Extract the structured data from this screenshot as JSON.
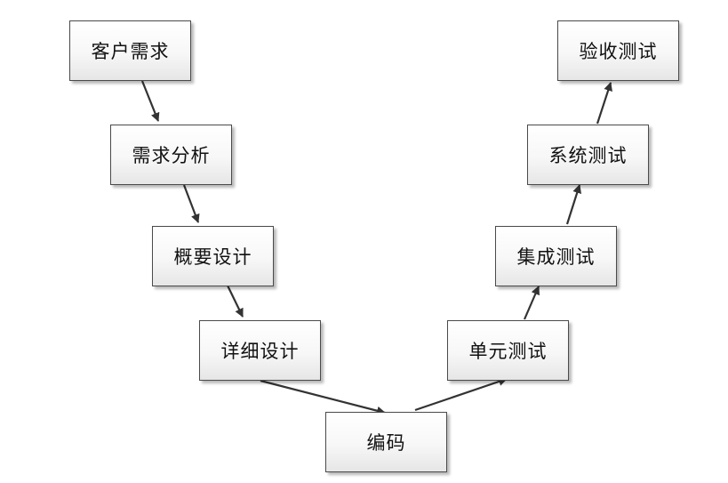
{
  "diagram": {
    "nodes": {
      "customer_requirements": "客户需求",
      "requirements_analysis": "需求分析",
      "high_level_design": "概要设计",
      "detailed_design": "详细设计",
      "coding": "编码",
      "unit_testing": "单元测试",
      "integration_testing": "集成测试",
      "system_testing": "系统测试",
      "acceptance_testing": "验收测试"
    },
    "colors": {
      "arrow": "#333333",
      "box_border": "#4a4a4a",
      "box_fill_top": "#ffffff",
      "box_fill_bottom": "#e6e6e6"
    }
  }
}
